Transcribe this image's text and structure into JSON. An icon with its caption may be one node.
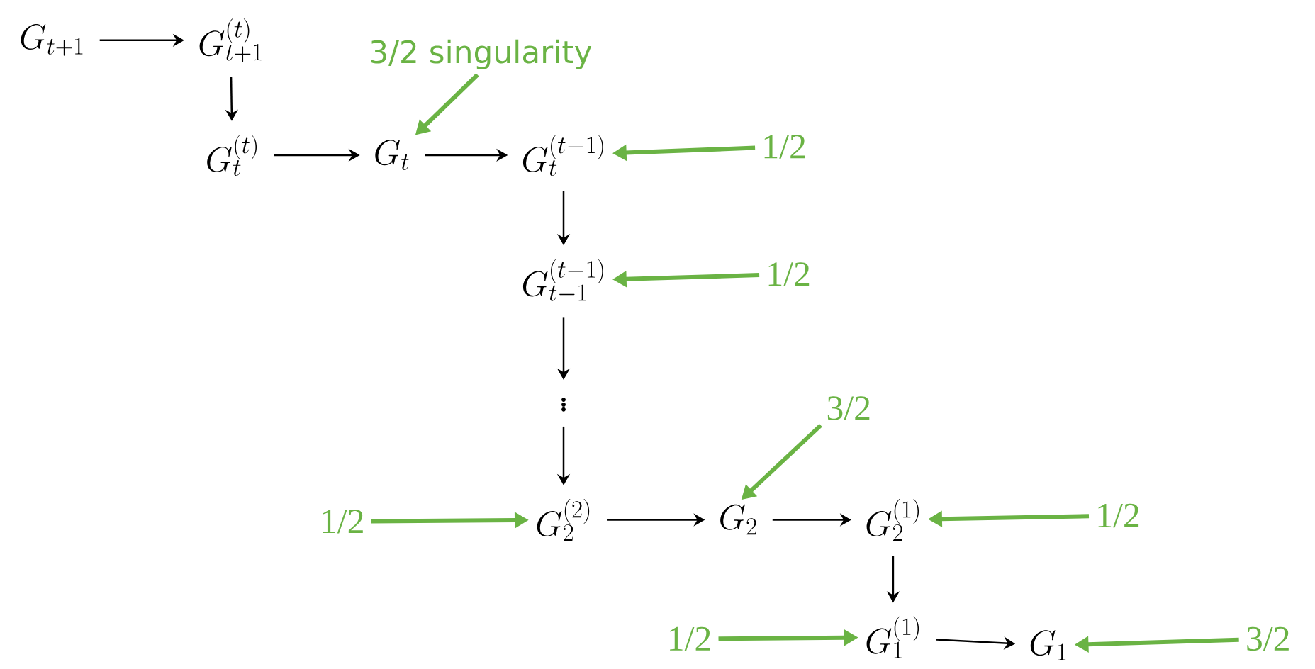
{
  "diagram": {
    "nodes": [
      {
        "text": [
          "G_{t+1}"
        ]
      },
      {
        "text": [
          "G^{(t)}_{t+1}"
        ]
      },
      {
        "text": [
          "G^{(t)}_t"
        ]
      },
      {
        "text": [
          "G_t"
        ]
      },
      {
        "text": [
          "G^{(t-1)}_t"
        ]
      },
      {
        "text": [
          "G^{(t-1)}_{t-1}"
        ]
      },
      {
        "text": [
          "\\vdots"
        ]
      },
      {
        "text": [
          "G^{(2)}_2"
        ]
      },
      {
        "text": [
          "G_2"
        ]
      },
      {
        "text": [
          "G^{(1)}_2"
        ]
      },
      {
        "text": [
          "G^{(1)}_1"
        ]
      },
      {
        "text": [
          "G_1"
        ]
      },
      {
        "text": [
          "3/2 singularity"
        ]
      },
      {
        "text": [
          "1/2"
        ]
      },
      {
        "text": [
          "1/2"
        ]
      },
      {
        "text": [
          "3/2"
        ]
      },
      {
        "text": [
          "1/2"
        ]
      },
      {
        "text": [
          "1/2"
        ]
      },
      {
        "text": [
          "1/2"
        ]
      },
      {
        "text": [
          "3/2"
        ]
      }
    ],
    "edges": [
      {
        "from": 0,
        "to": 1,
        "arrow": "to"
      },
      {
        "from": 1,
        "to": 2,
        "arrow": "to"
      },
      {
        "from": 2,
        "to": 3,
        "arrow": "to"
      },
      {
        "from": 3,
        "to": 4,
        "arrow": "to"
      },
      {
        "from": 4,
        "to": 5,
        "arrow": "to"
      },
      {
        "from": 5,
        "to": 6,
        "arrow": "to"
      },
      {
        "from": 6,
        "to": 7,
        "arrow": "to"
      },
      {
        "from": 7,
        "to": 8,
        "arrow": "to"
      },
      {
        "from": 8,
        "to": 9,
        "arrow": "to"
      },
      {
        "from": 9,
        "to": 10,
        "arrow": "to"
      },
      {
        "from": 10,
        "to": 11,
        "arrow": "to"
      },
      {
        "from": 12,
        "to": 3,
        "arrow": "to",
        "style": "thick",
        "color": "#6ab344"
      },
      {
        "from": 13,
        "to": 4,
        "arrow": "to",
        "style": "thick",
        "color": "#6ab344"
      },
      {
        "from": 14,
        "to": 5,
        "arrow": "to",
        "style": "thick",
        "color": "#6ab344"
      },
      {
        "from": 15,
        "to": 8,
        "arrow": "to",
        "style": "thick",
        "color": "#6ab344"
      },
      {
        "from": 16,
        "to": 7,
        "arrow": "to",
        "style": "thick",
        "color": "#6ab344"
      },
      {
        "from": 17,
        "to": 9,
        "arrow": "to",
        "style": "thick",
        "color": "#6ab344"
      },
      {
        "from": 18,
        "to": 10,
        "arrow": "to",
        "style": "thick",
        "color": "#6ab344"
      },
      {
        "from": 19,
        "to": 11,
        "arrow": "to",
        "style": "thick",
        "color": "#6ab344"
      }
    ]
  }
}
